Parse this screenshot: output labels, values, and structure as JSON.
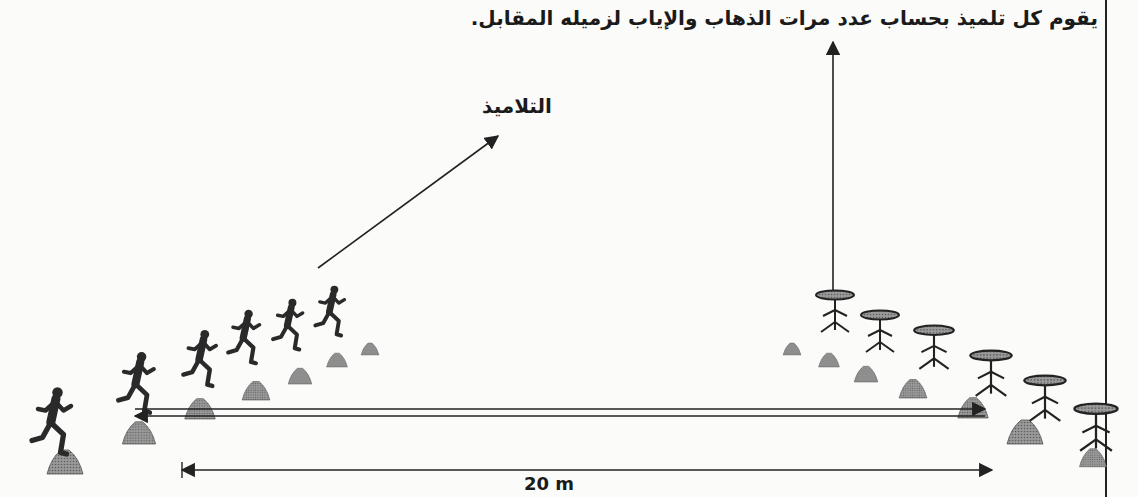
{
  "diagram": {
    "labels": [
      "يقوم كل تلميذ بحساب عدد مرات الذهاب والإياب لزميله المقابل.",
      "التلاميذ",
      "20 m"
    ]
  }
}
